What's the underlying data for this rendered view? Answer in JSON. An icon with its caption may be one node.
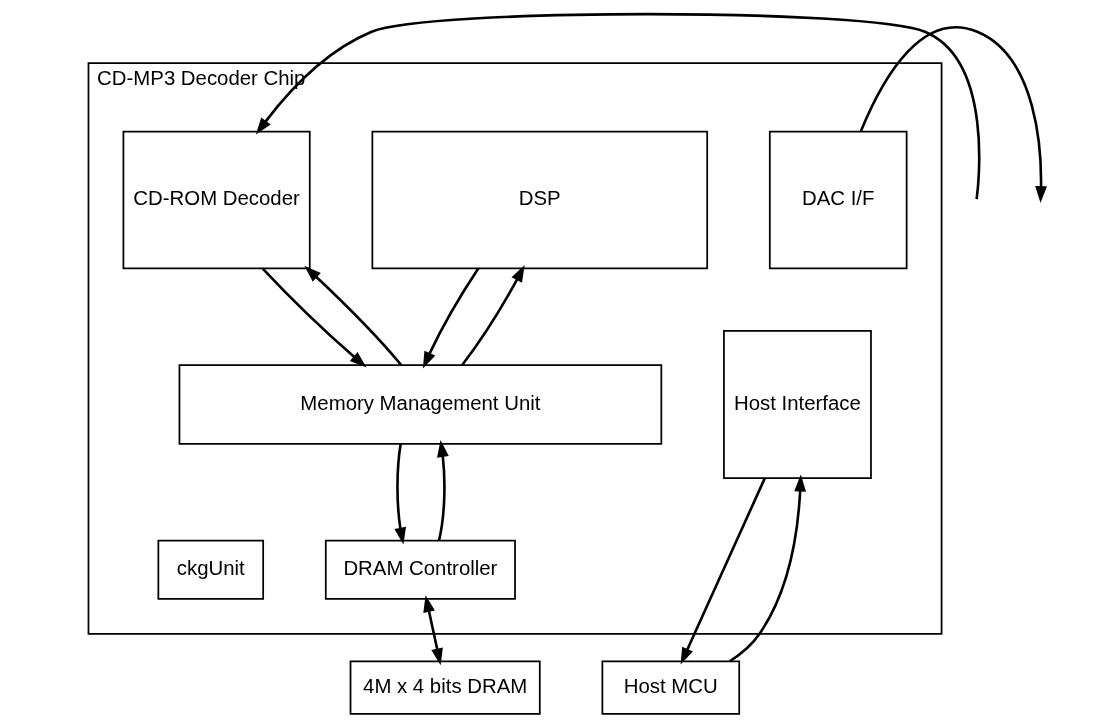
{
  "diagram": {
    "nodes": [
      {
        "text": [
          "CD-MP3 Decoder Chip"
        ]
      },
      {
        "text": [
          "CD-ROM Decoder"
        ],
        "in": 0
      },
      {
        "text": [
          "DSP"
        ],
        "in": 0
      },
      {
        "text": [
          "DAC I/F"
        ],
        "in": 0
      },
      {
        "text": [
          "Memory Management Unit"
        ],
        "in": 0
      },
      {
        "text": [
          "Host Interface"
        ],
        "in": 0
      },
      {
        "text": [
          "ckgUnit"
        ],
        "in": 0
      },
      {
        "text": [
          "DRAM Controller"
        ],
        "in": 0
      },
      {
        "text": [
          "4M x 4 bits DRAM"
        ]
      },
      {
        "text": [
          "Host MCU"
        ]
      }
    ],
    "edges": [
      {
        "from": null,
        "to": 1,
        "arrow": "to"
      },
      {
        "from": 1,
        "to": 4,
        "arrow": "to"
      },
      {
        "from": 4,
        "to": 1,
        "arrow": "to"
      },
      {
        "from": 2,
        "to": 4,
        "arrow": "to"
      },
      {
        "from": 4,
        "to": 2,
        "arrow": "to"
      },
      {
        "from": 3,
        "to": null,
        "arrow": "to"
      },
      {
        "from": 4,
        "to": 7,
        "arrow": "to"
      },
      {
        "from": 7,
        "to": 4,
        "arrow": "to"
      },
      {
        "from": 7,
        "to": 8,
        "arrow": "both"
      },
      {
        "from": 5,
        "to": 9,
        "arrow": "to"
      },
      {
        "from": 9,
        "to": 5,
        "arrow": "to"
      }
    ]
  }
}
